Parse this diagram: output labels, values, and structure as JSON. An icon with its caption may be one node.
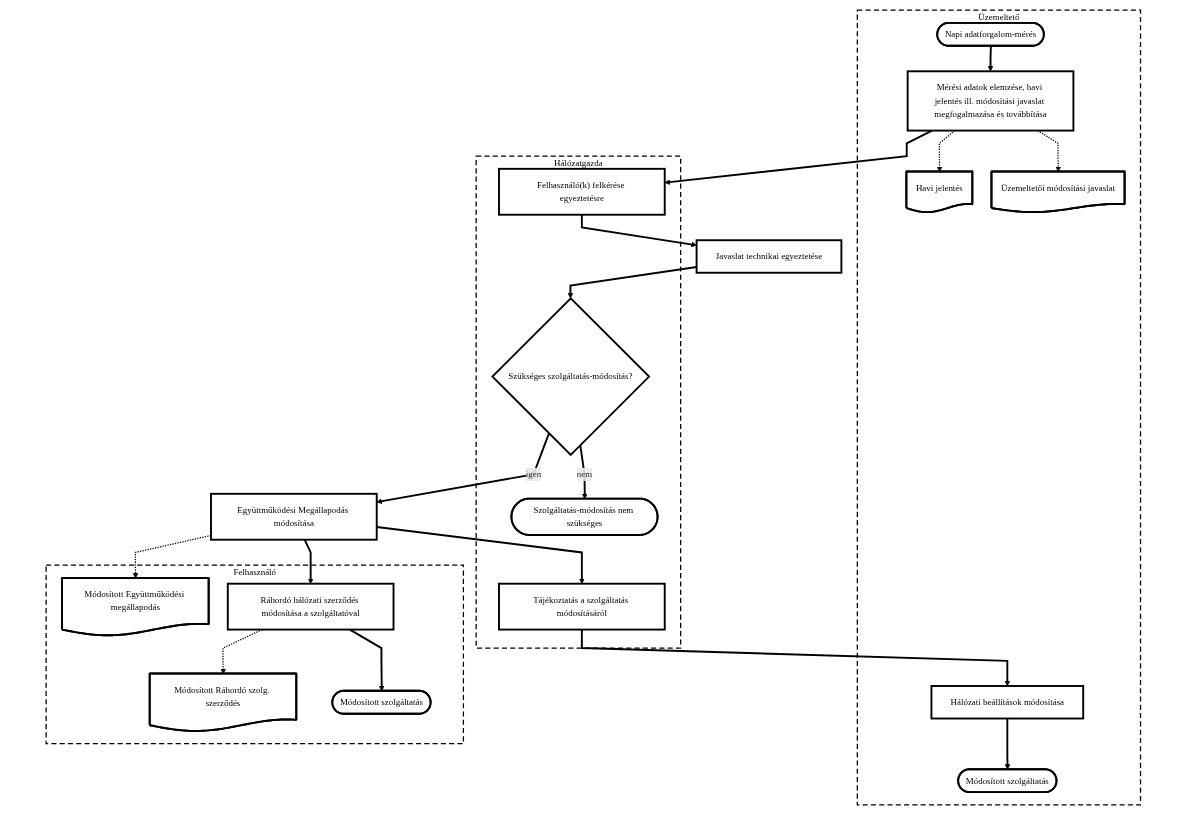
{
  "diagram": {
    "nodes": [
      {
        "text": [
          "Üzemeltető"
        ]
      },
      {
        "text": [
          "Napi adatforgalom-mérés"
        ],
        "in": 0
      },
      {
        "text": [
          "Mérési adatok elemzése, havi jelentés ill. módosítási javaslat megfogalmazása és továbbítása"
        ],
        "in": 0
      },
      {
        "text": [
          "Havi jelentés"
        ],
        "in": 0
      },
      {
        "text": [
          "Üzemeltetői módosítási javaslat"
        ],
        "in": 0
      },
      {
        "text": [
          "Hálózati beállítások módosítása"
        ],
        "in": 0
      },
      {
        "text": [
          "Módosított szolgáltatás"
        ],
        "in": 0
      },
      {
        "text": [
          "Hálózatgazda"
        ]
      },
      {
        "text": [
          "Felhasználó(k) felkérése egyeztetésre"
        ],
        "in": 7
      },
      {
        "text": [
          "Szükséges szolgáltatás-módosítás?"
        ],
        "in": 7
      },
      {
        "text": [
          "Szolgáltatás-módosítás nem szükséges"
        ],
        "in": 7
      },
      {
        "text": [
          "Tájékoztatás a szolgáltatás módosításáról"
        ],
        "in": 7
      },
      {
        "text": [
          "Felhasználó"
        ]
      },
      {
        "text": [
          "Javaslat technikai egyeztetése"
        ]
      },
      {
        "text": [
          "Együttműködési Megállapodás módosítása"
        ]
      },
      {
        "text": [
          "Módosított Együttműködési megállapodás"
        ],
        "in": 12
      },
      {
        "text": [
          "Ráhordó hálózati szerződés módosítása a szolgáltatóval"
        ],
        "in": 12
      },
      {
        "text": [
          "Módosított Ráhordó szolg. szerződés"
        ],
        "in": 12
      },
      {
        "text": [
          "Módosított szolgáltatás"
        ],
        "in": 12
      }
    ],
    "edges": [
      {
        "from": 1,
        "to": 2,
        "arrow": "to"
      },
      {
        "from": 2,
        "to": 8,
        "arrow": "to"
      },
      {
        "from": 2,
        "to": 3,
        "arrow": "to",
        "style": "dashed"
      },
      {
        "from": 2,
        "to": 4,
        "arrow": "to",
        "style": "dashed"
      },
      {
        "from": 8,
        "to": 13,
        "arrow": "to"
      },
      {
        "from": 13,
        "to": 9,
        "arrow": "to"
      },
      {
        "from": 9,
        "to": 10,
        "arrow": "to",
        "label": "nem"
      },
      {
        "from": 9,
        "to": 14,
        "arrow": "to",
        "label": "igen"
      },
      {
        "from": 14,
        "to": 15,
        "arrow": "to",
        "style": "dashed"
      },
      {
        "from": 14,
        "to": 16,
        "arrow": "to"
      },
      {
        "from": 14,
        "to": 11,
        "arrow": "to"
      },
      {
        "from": 11,
        "to": 5,
        "arrow": "to"
      },
      {
        "from": 5,
        "to": 6,
        "arrow": "to"
      },
      {
        "from": 16,
        "to": 17,
        "arrow": "to",
        "style": "dashed"
      },
      {
        "from": 16,
        "to": 18,
        "arrow": "to"
      }
    ]
  }
}
